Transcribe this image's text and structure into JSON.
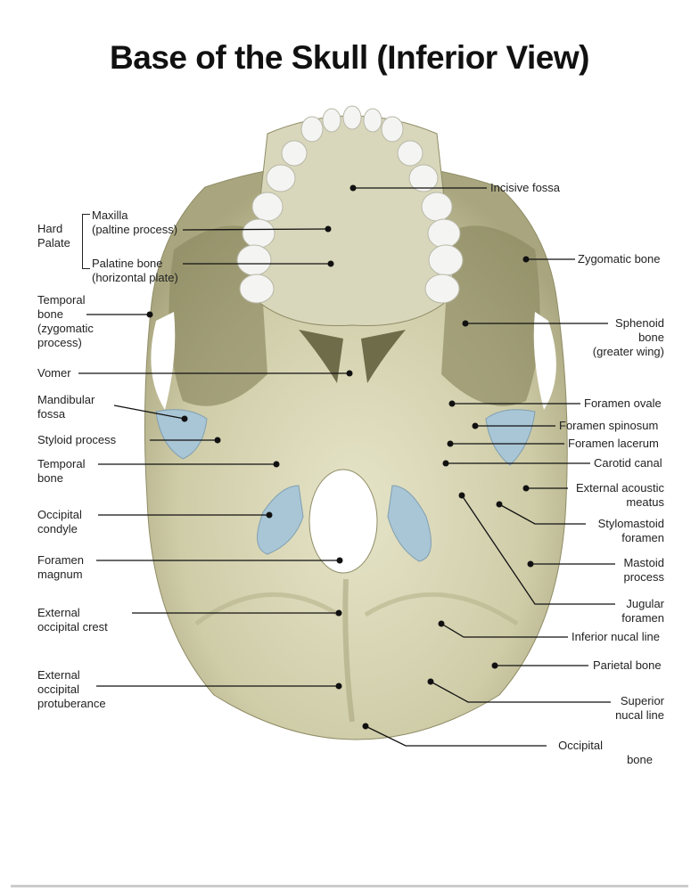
{
  "title": "Base of the Skull (Inferior View)",
  "colors": {
    "bone": "#d8d6b6",
    "bone_shadow": "#9d9a72",
    "cartilage": "#a9c6d6",
    "line": "#111111"
  },
  "labels_left": {
    "hard_palate": [
      "Hard",
      "Palate"
    ],
    "maxilla": [
      "Maxilla",
      "(paltine process)"
    ],
    "palatine_bone": [
      "Palatine bone",
      "(horizontal plate)"
    ],
    "temporal_zygomatic": [
      "Temporal",
      "bone",
      "(zygomatic",
      "process)"
    ],
    "vomer": [
      "Vomer"
    ],
    "mandibular_fossa": [
      "Mandibular",
      "fossa"
    ],
    "styloid_process": [
      "Styloid process"
    ],
    "temporal_bone": [
      "Temporal",
      "bone"
    ],
    "occipital_condyle": [
      "Occipital",
      "condyle"
    ],
    "foramen_magnum": [
      "Foramen",
      "magnum"
    ],
    "ext_occipital_crest": [
      "External",
      "occipital crest"
    ],
    "ext_occipital_protuberance": [
      "External",
      "occipital",
      "protuberance"
    ]
  },
  "labels_right": {
    "incisive_fossa": [
      "Incisive fossa"
    ],
    "zygomatic_bone": [
      "Zygomatic bone"
    ],
    "sphenoid_bone": [
      "Sphenoid",
      "bone",
      "(greater wing)"
    ],
    "foramen_ovale": [
      "Foramen ovale"
    ],
    "foramen_spinosum": [
      "Foramen spinosum"
    ],
    "foramen_lacerum": [
      "Foramen lacerum"
    ],
    "carotid_canal": [
      "Carotid canal"
    ],
    "ext_acoustic_meatus": [
      "External acoustic",
      "meatus"
    ],
    "stylomastoid_foramen": [
      "Stylomastoid",
      "foramen"
    ],
    "mastoid_process": [
      "Mastoid",
      "process"
    ],
    "jugular_foramen": [
      "Jugular",
      "foramen"
    ],
    "inferior_nucal_line": [
      "Inferior nucal line"
    ],
    "parietal_bone": [
      "Parietal bone"
    ],
    "superior_nucal_line": [
      "Superior",
      "nucal line"
    ],
    "occipital_bone": [
      "Occipital",
      "bone"
    ]
  }
}
